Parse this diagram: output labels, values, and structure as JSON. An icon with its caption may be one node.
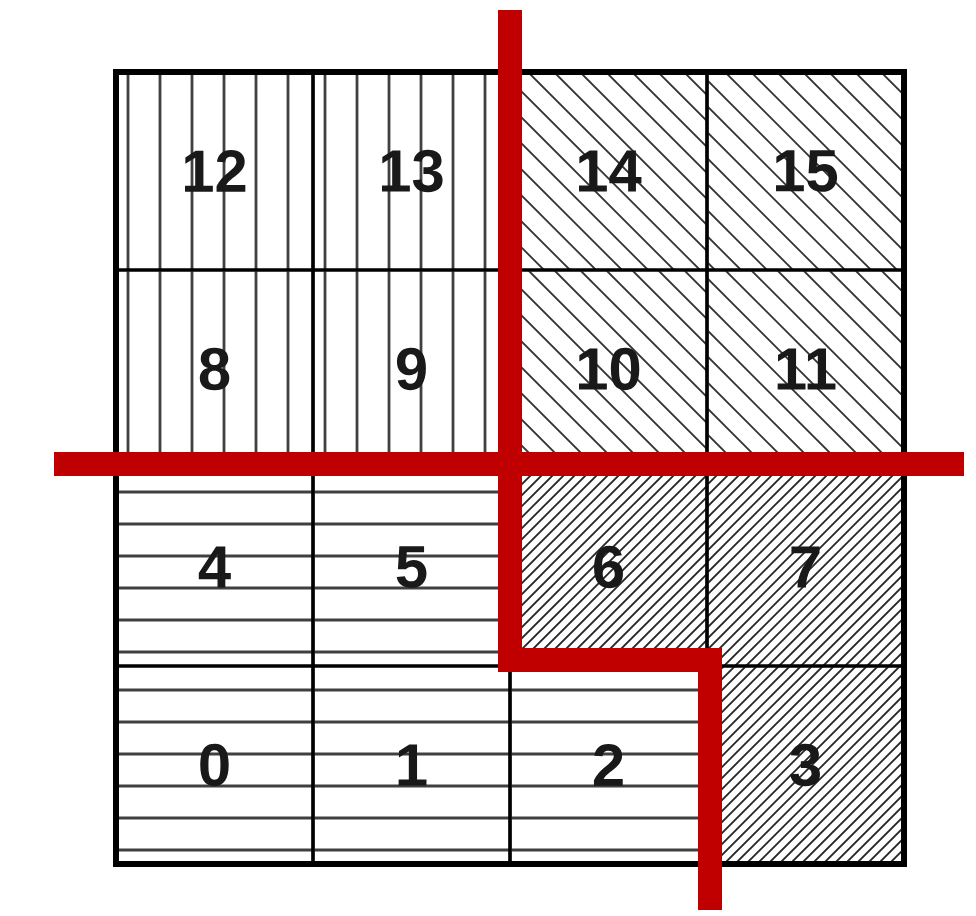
{
  "diagram": {
    "nodes": [
      {
        "text": [
          "12"
        ]
      },
      {
        "text": [
          "13"
        ]
      },
      {
        "text": [
          "14"
        ]
      },
      {
        "text": [
          "15"
        ]
      },
      {
        "text": [
          "8"
        ]
      },
      {
        "text": [
          "9"
        ]
      },
      {
        "text": [
          "10"
        ]
      },
      {
        "text": [
          "11"
        ]
      },
      {
        "text": [
          "4"
        ]
      },
      {
        "text": [
          "5"
        ]
      },
      {
        "text": [
          "6"
        ]
      },
      {
        "text": [
          "7"
        ]
      },
      {
        "text": [
          "0"
        ]
      },
      {
        "text": [
          "1"
        ]
      },
      {
        "text": [
          "2"
        ]
      },
      {
        "text": [
          "3"
        ]
      }
    ]
  }
}
